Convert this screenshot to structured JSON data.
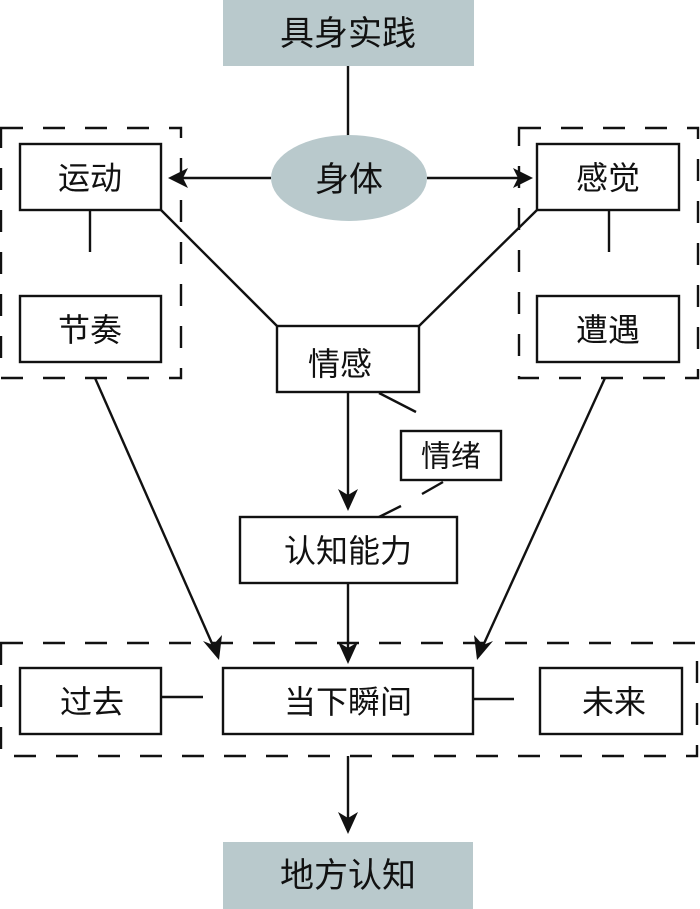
{
  "diagram": {
    "title_node": "具身实践",
    "core_node": "身体",
    "left_group": {
      "nodes": [
        "运动",
        "节奏"
      ]
    },
    "right_group": {
      "nodes": [
        "感觉",
        "遭遇"
      ]
    },
    "center_nodes": {
      "emotion": "情感",
      "mood": "情绪",
      "cognition": "认知能力"
    },
    "time_group": {
      "past": "过去",
      "present": "当下瞬间",
      "future": "未来"
    },
    "result_node": "地方认知",
    "colors": {
      "highlight_fill": "#b9c9cc",
      "stroke": "#111111"
    },
    "edges": [
      {
        "from": "具身实践",
        "to": "身体",
        "type": "line"
      },
      {
        "from": "身体",
        "to": "运动",
        "type": "arrow"
      },
      {
        "from": "身体",
        "to": "感觉",
        "type": "arrow"
      },
      {
        "from": "运动",
        "to": "情感",
        "type": "line"
      },
      {
        "from": "感觉",
        "to": "情感",
        "type": "line"
      },
      {
        "from": "运动",
        "to": "节奏",
        "type": "line"
      },
      {
        "from": "感觉",
        "to": "遭遇",
        "type": "line"
      },
      {
        "from": "情感",
        "to": "认知能力",
        "type": "arrow"
      },
      {
        "from": "情感",
        "to": "情绪",
        "type": "line"
      },
      {
        "from": "情绪",
        "to": "认知能力",
        "type": "dashed"
      },
      {
        "from": "节奏组",
        "to": "当下瞬间",
        "type": "arrow"
      },
      {
        "from": "感觉组",
        "to": "当下瞬间",
        "type": "arrow"
      },
      {
        "from": "认知能力",
        "to": "当下瞬间",
        "type": "arrow"
      },
      {
        "from": "过去",
        "to": "当下瞬间",
        "type": "line"
      },
      {
        "from": "当下瞬间",
        "to": "未来",
        "type": "line"
      },
      {
        "from": "时间组",
        "to": "地方认知",
        "type": "arrow"
      }
    ]
  }
}
